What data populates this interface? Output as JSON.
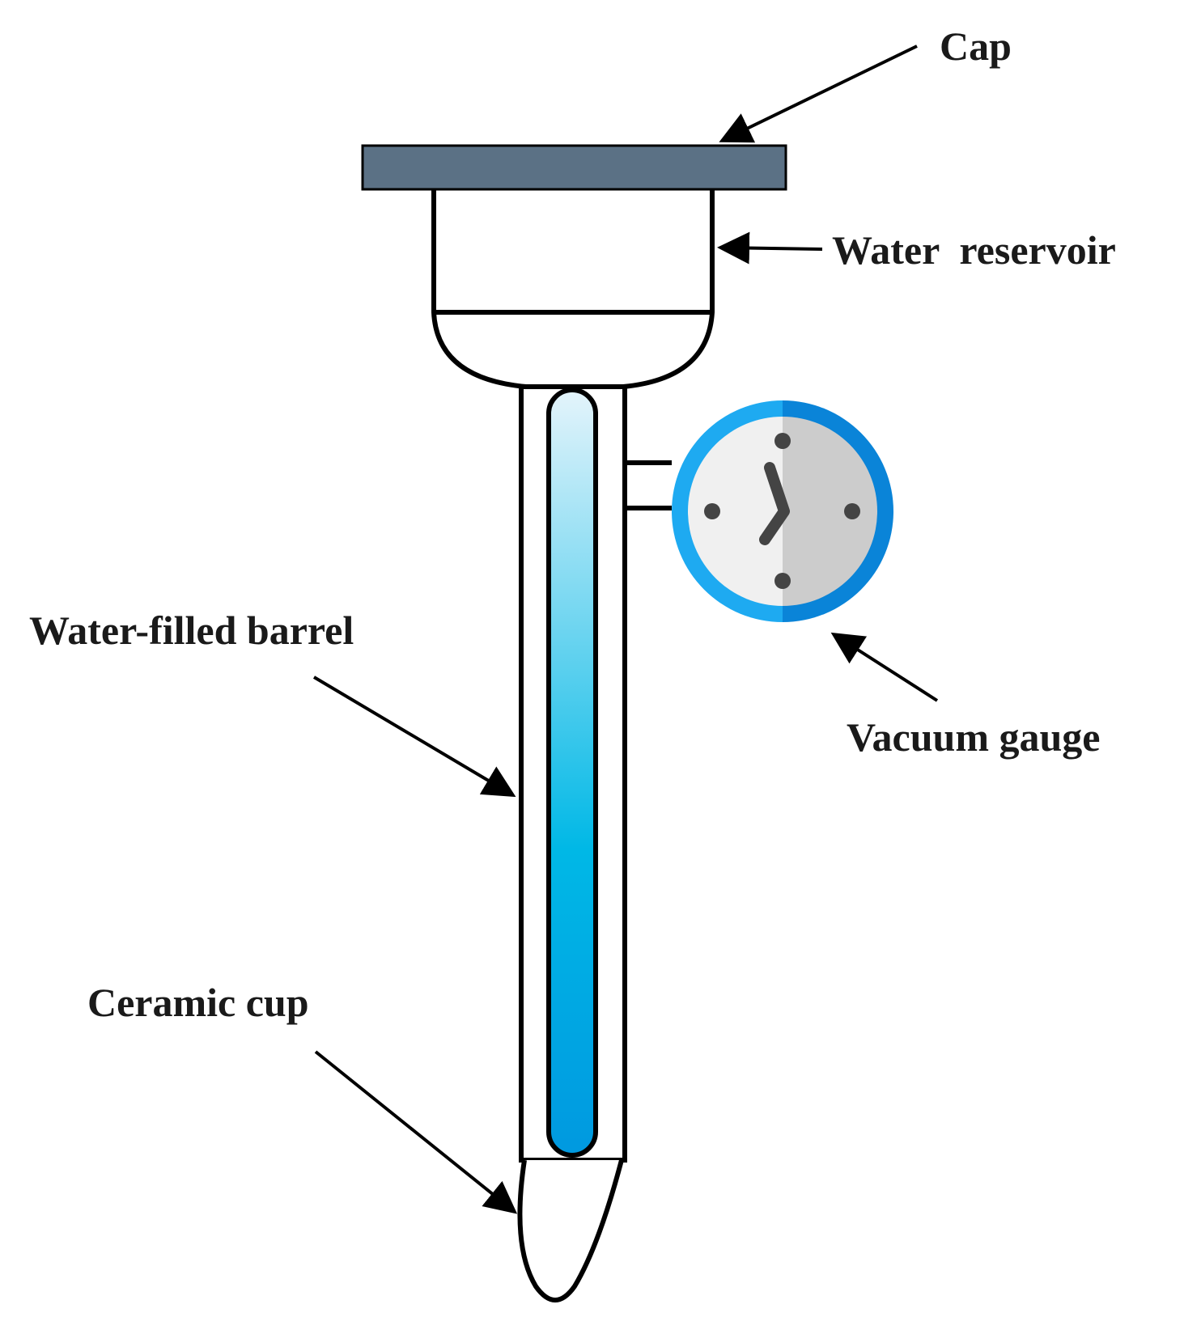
{
  "labels": {
    "cap": "Cap",
    "water_reservoir": "Water  reservoir",
    "vacuum_gauge": "Vacuum gauge",
    "water_filled_barrel": "Water-filled barrel",
    "ceramic_cup": "Ceramic cup"
  },
  "colors": {
    "cap_fill": "#5b7185",
    "outline": "#000000",
    "water_top": "#e4f4fb",
    "water_mid": "#00b8e6",
    "water_bottom": "#0099e0",
    "gauge_ring_light": "#1eaaf1",
    "gauge_ring_dark": "#0a84d8",
    "gauge_face_light": "#f0f0f0",
    "gauge_face_dark": "#cccccc",
    "gauge_marks": "#444444"
  },
  "icons": {
    "gauge_face": "clock-icon"
  }
}
